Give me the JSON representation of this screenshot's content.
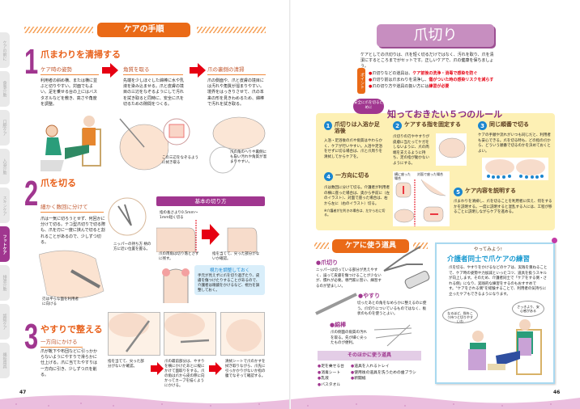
{
  "side_tabs": [
    "ケアの前に",
    "食事介助",
    "口腔ケア",
    "入浴介助",
    "スキンケア",
    "フットケア",
    "排泄介助",
    "認知ケア",
    "福祉用具"
  ],
  "active_tab": "フットケア",
  "left": {
    "header": "ケアの手順",
    "s1": {
      "num": "1",
      "title": "爪まわりを清掃する",
      "cols": [
        {
          "sub": "ケア時の姿勢",
          "text": "利用者の斜め横、または横に並ぶと切りやすい。対面でもよい。足を乗せる台の上にはバスタオルなどを敷き、高さや角度を調整。"
        },
        {
          "sub": "角質を取る",
          "text": "先端を少しほぐした綿棒に水や乳液を染み込ませる。爪と皮膚の境目の三辺をなぞるようにして汚れを拭き取ると同時に、安全に爪を切るための隙間をつくる。",
          "caption": "この三辺をなぞるように拭き取る"
        },
        {
          "sub": "爪の裏側の清掃",
          "text": "爪の側面や、爪と皮膚の境目には汚れや角質が溜まりやすい。境界をはっきりさせて、爪の本来の形を見きわめるため、綿棒で汚れを拭き取る。",
          "caption": "爪の角のへりや裏側にも白い汚れや角質が溜まりやすい。"
        }
      ]
    },
    "s2": {
      "num": "2",
      "title": "爪を切る",
      "sub": "細かく数回に分けて",
      "text": "爪は一気に切ろうとせず、何回かに分けて切る。テコ型爪切りで切る際も、爪を刃に一度に挟んで切ると割れることがあるので、少しずつ切る。",
      "cap_nipper": "ニッパーの持ち方 柄の方に近い位置を握る。",
      "cap_blade": "刃は平らな面を利用者に向ける",
      "basic": {
        "title": "基本の切り方",
        "cap1": "指の長さより0.5mm～1mm短く切る",
        "cap2": "爪の両角は切り落とさずに残す。",
        "cap3": "指を当てて、尖った部分がないか確認。"
      },
      "tip": {
        "title": "視力を調整しておく",
        "text": "手元が見えずに爪を切り過ぎたり、皮膚を傷つけたりすることがあるので、介護者は眼鏡をかけるなど、視力を調整しておく。"
      }
    },
    "s3": {
      "num": "3",
      "title": "やすりで整える",
      "sub": "一方向にかける",
      "text": "爪が靴下や布団などに引っかからないようにやすりで滑らかに仕上げる。爪に当てたやすりは一方向に引き、少しずつ爪を削る。",
      "caps": [
        "指を当てて、尖った部分がないか確認。",
        "爪の最前部分は、やすりを横にかけたあとに縦にかけて面取りをする。爪の角は爪から皮の際に向かってカーブを描くようにかける。",
        "清拭シートで爪のかすを拭き取りながら、爪先に引っかかりがないか指の腹でなぞって確認する。"
      ]
    },
    "page": "47"
  },
  "right": {
    "title": "爪切り",
    "intro": "ケアとしての爪切りは、爪を短く切るだけではなく、汚れを取り、爪を清潔にするところまでがセットです。正しいケアで、爪の健康を保ちましょう。",
    "point_label": "ポイント",
    "points": [
      {
        "a": "爪切りなどの道具は、",
        "b": "ケア前後の洗浄・消毒で感染を防ぐ"
      },
      {
        "a": "爪切り前は爪まわりを清浄し、",
        "b": "傷がついた時の感染リスクを減らす"
      },
      {
        "a": "爪の切り方や道具の扱い方には",
        "b": "練習が必要"
      }
    ],
    "rules_badge": "安全に爪を切るために",
    "rules_title": "知っておきたい５つのルール",
    "rules": [
      {
        "n": "1",
        "title": "爪切りは入浴か足浴後",
        "text": "入浴・足浴後の爪や角質はやわらかく、ケアが行いやすい。入浴や足浴をせずに切る場合は、爪と爪周りを清拭してからケアを。"
      },
      {
        "n": "2",
        "title": "ケアする指を固定する",
        "text": "爪切りの刃ややすりが皮膚に当たってケガをしないように、爪の両端を支えるように持ち、足の指が動かないようにする。"
      },
      {
        "n": "3",
        "title": "同じ順番で切る",
        "text": "ケアの手順や流れがいつも同じだと、利用者も安心できる。爪を切る時も、どの指の爪から、どういう順番で切るのかを決めておくとよい。"
      },
      {
        "n": "4",
        "title": "一方向に切る",
        "text": "爪は数回に分けて切る。介護者が利用者の横に座った場合は、奥から手前に（左のイラスト）、対面で座った場合は、右から左に（右のイラスト）切る。",
        "note": "※介護者が左利きの場合は、左から右に切る。",
        "img_a": "横に座った場合",
        "img_b": "対面で座った場合"
      },
      {
        "n": "5",
        "title": "ケア内容を説明する",
        "text": "爪まわりを清掃し、爪を切ることを利用者に伝え、何をするかを説明する。一度に説明すると混乱する人には、工程が移るごとに説明しながらケアを進める。"
      }
    ],
    "tools": {
      "header": "ケアに使う道具",
      "items": [
        {
          "name": "●爪切り",
          "text": "ニッパーは切っている部分が見えやすく、誤って皮膚を傷つけることが少ないが、慣れが必要。専門家に習い、練習するのが望ましい。"
        },
        {
          "name": "●やすり",
          "text": "切ったあとの角をなめらかに整えるのに使う。爪切りについているものではなく、板状のものを使うとよい。"
        },
        {
          "name": "●綿棒",
          "text": "爪の側面の角質の汚れを取る。先が細く尖ったものが便利。"
        }
      ],
      "other_title": "そのほかに使う道具",
      "other": [
        "足を乗せる台",
        "道具を入れるトレイ",
        "消毒シート",
        "使用後の道具を洗うための歯ブラシ",
        "乳液",
        "新聞紙",
        "バスタオル"
      ]
    },
    "practice": {
      "tag": "やってみよう!",
      "title": "介護者同士で爪ケアの練習",
      "text": "爪を切る、やすりをかけるなどのケアは、実践を重ねることで、ケア時の姿勢や力加減といったコツ、道具を扱うスキルが向上します。そのため、介護者同士で「ケアをする側・される側」になり、実践的な練習をするのもおすすめです。\"ケアをされる側\"を経験することで、利用者の気持ちに立ったケアもできるようになります。",
      "bubble1": "なるほど、指をこう持つと切りやすいわ",
      "bubble2": "さっきより、安心感がある"
    },
    "page": "46"
  },
  "colors": {
    "orange": "#ea6a17",
    "purple": "#a0368f",
    "red": "#e60012",
    "yellow": "#fdf0b4",
    "blue": "#1b86cf"
  }
}
